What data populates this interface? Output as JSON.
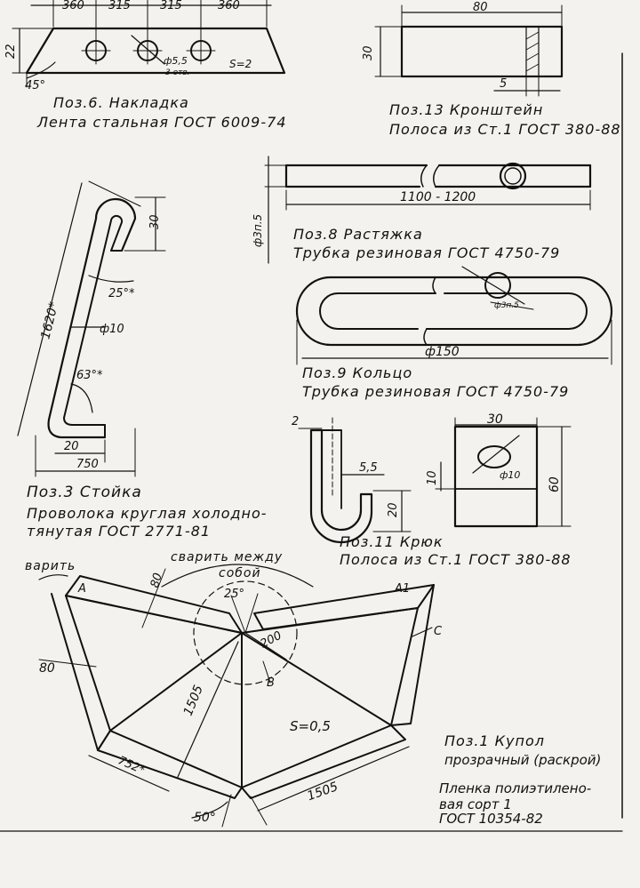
{
  "sheet": {
    "pos6": {
      "title": "Поз.6.  Накладка",
      "material": "Лента  стальная  ГОСТ 6009-74",
      "dims": {
        "top": [
          "360",
          "315",
          "315",
          "360"
        ],
        "height": "22",
        "angle": "45°",
        "hole": "ф5,5",
        "holes": "3 отв.",
        "thickness": "S=2"
      }
    },
    "pos13": {
      "title": "Поз.13  Кронштейн",
      "material": "Полоса из Ст.1  ГОСТ 380-88",
      "dims": {
        "width": "80",
        "height": "30",
        "slot": "5"
      }
    },
    "pos8": {
      "title": "Поз.8   Растяжка",
      "material": "Трубка   резиновая  ГОСТ 4750-79",
      "dims": {
        "length": "1100 - 1200",
        "diameter": "ф3п.5"
      }
    },
    "pos9": {
      "title": "Поз.9   Кольцо",
      "material": "Трубка   резиновая  ГОСТ 4750-79",
      "dims": {
        "diameter": "ф150",
        "tube": "ф3п.5"
      }
    },
    "pos3": {
      "title": "Поз.3   Стойка",
      "material_1": "Проволока  круглая  холодно-",
      "material_2": "тянутая   ГОСТ  2771-81",
      "dims": {
        "length": "1620*",
        "top": "30",
        "angle_top": "25°*",
        "wire": "ф10",
        "angle_bottom": "63°*",
        "foot": "20",
        "base": "750"
      }
    },
    "pos11": {
      "title": "Поз.11      Крюк",
      "material": "Полоса  из  Ст.1  ГОСТ 380-88",
      "dims": {
        "thickness": "2",
        "gap": "5,5",
        "height": "20"
      }
    },
    "pos12": {
      "dims": {
        "width": "30",
        "hole": "ф10",
        "offset": "10",
        "height": "60"
      }
    },
    "pos1": {
      "weld_label": "варить",
      "weld_between_1": "сварить между",
      "weld_between_2": "собой",
      "title": "Поз.1   Купол",
      "subtitle": "прозрачный (раскрой)",
      "material_1": "Пленка  полиэтилено-",
      "material_2": "вая  сорт 1",
      "material_3": "ГОСТ  10354-82",
      "dims": {
        "edge_strip": "80",
        "top_strip": "80",
        "angle_top": "25°",
        "radius": "200",
        "side": "1505",
        "bottom_side": "1505",
        "chord": "752*",
        "angle_bottom": "50°",
        "thickness": "S=0,5"
      },
      "labels": {
        "a": "А",
        "a1": "А1",
        "b": "В",
        "c": "С"
      }
    }
  }
}
